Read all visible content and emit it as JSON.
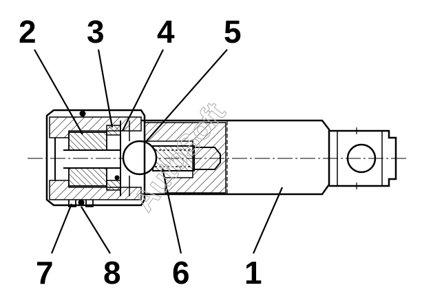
{
  "callouts": [
    {
      "id": "2",
      "label": "2"
    },
    {
      "id": "3",
      "label": "3"
    },
    {
      "id": "4",
      "label": "4"
    },
    {
      "id": "5",
      "label": "5"
    },
    {
      "id": "7",
      "label": "7"
    },
    {
      "id": "8",
      "label": "8"
    },
    {
      "id": "6",
      "label": "6"
    },
    {
      "id": "1",
      "label": "1"
    }
  ],
  "watermark": "AutoSoft",
  "colors": {
    "line": "#000000",
    "background": "#ffffff",
    "watermark": "#b8b8b8"
  }
}
